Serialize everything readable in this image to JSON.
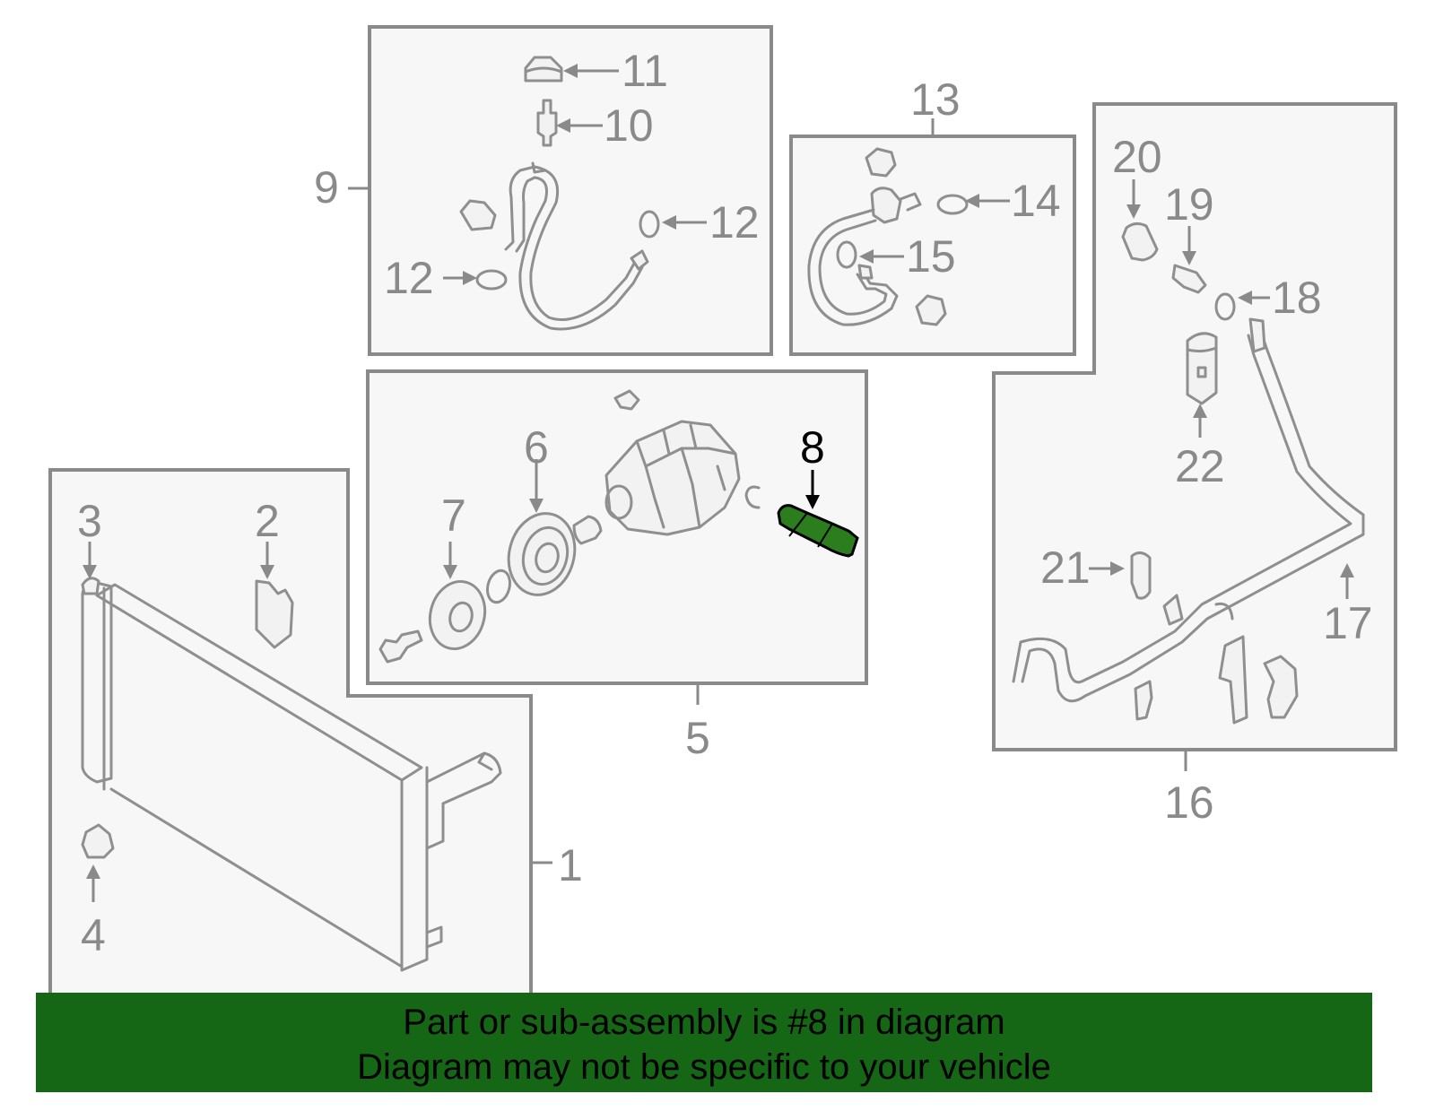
{
  "highlight": {
    "part": "8",
    "color": "#2b7d1e"
  },
  "callouts": {
    "n1": "1",
    "n2": "2",
    "n3": "3",
    "n4": "4",
    "n5": "5",
    "n6": "6",
    "n7": "7",
    "n8": "8",
    "n9": "9",
    "n10": "10",
    "n11": "11",
    "n12a": "12",
    "n12b": "12",
    "n13": "13",
    "n14": "14",
    "n15": "15",
    "n16": "16",
    "n17": "17",
    "n18": "18",
    "n19": "19",
    "n20": "20",
    "n21": "21",
    "n22": "22"
  },
  "banner": {
    "line1": "Part or sub-assembly is #8 in diagram",
    "line2": "Diagram may not be specific to your vehicle",
    "background": "#156615"
  }
}
